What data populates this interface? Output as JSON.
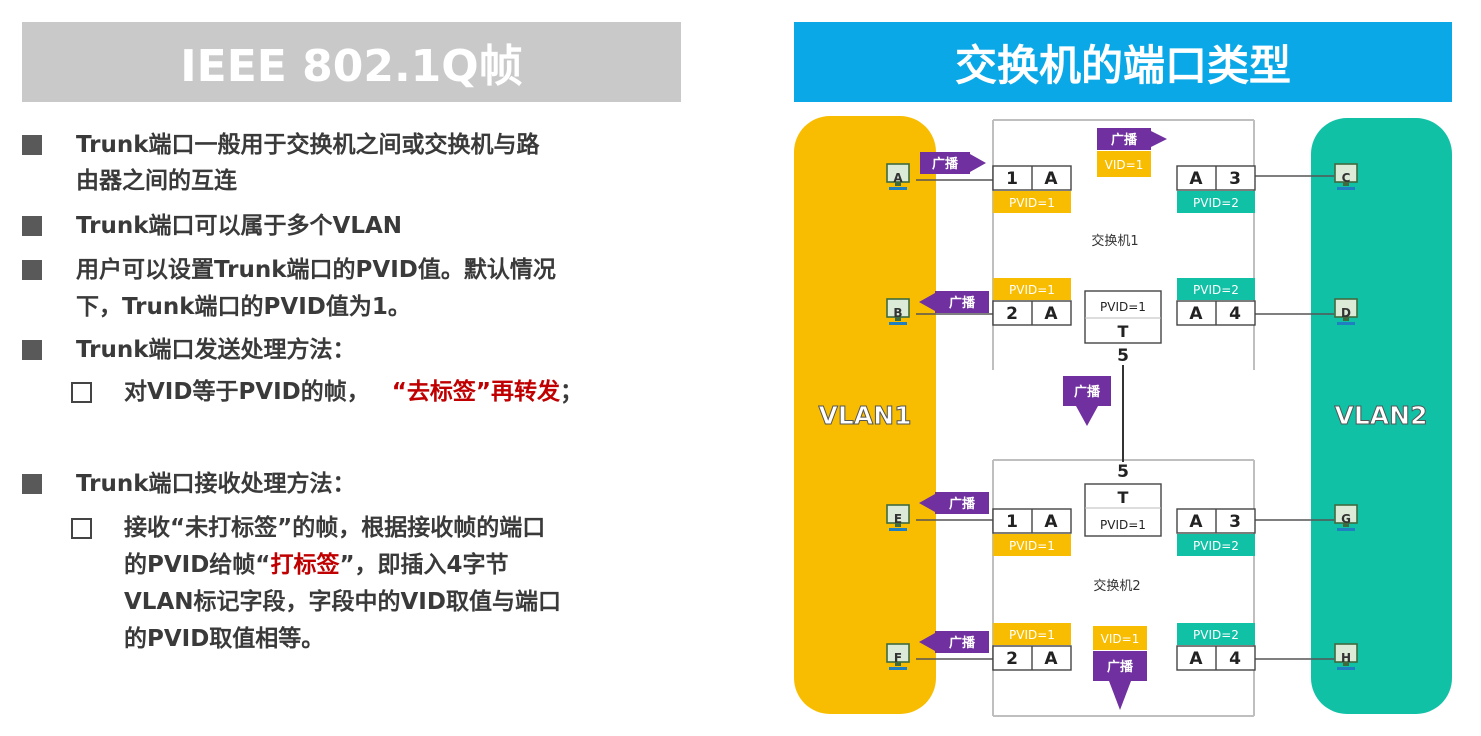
{
  "left_title": "IEEE 802.1Q帧",
  "right_title": "交换机的端口类型",
  "bullets": {
    "b1_l1": "Trunk端口一般用于交换机之间或交换机与路",
    "b1_l2": "由器之间的互连",
    "b2": "Trunk端口可以属于多个VLAN",
    "b3_l1": "用户可以设置Trunk端口的PVID值。默认情况",
    "b3_l2": "下，Trunk端口的PVID值为1。",
    "b4": "Trunk端口发送处理方法：",
    "s1_a": "对VID等于PVID的帧，",
    "s1_b": "“去标签”再转发",
    "s1_c": "；",
    "b5": "Trunk端口接收处理方法：",
    "s2_l1": "接收“未打标签”的帧，根据接收帧的端口",
    "s2_l2a": "的PVID给帧“",
    "s2_l2b": "打标签",
    "s2_l2c": "”，即插入4字节",
    "s2_l3": "VLAN标记字段，字段中的VID取值与端口",
    "s2_l4": "的PVID取值相等。"
  },
  "diagram": {
    "vlan1": "VLAN1",
    "vlan2": "VLAN2",
    "switch1": "交换机1",
    "switch2": "交换机2",
    "broadcast": "广播",
    "vid1": "VID=1",
    "pvid1": "PVID=1",
    "pvid2": "PVID=2",
    "hosts": [
      "A",
      "B",
      "C",
      "D",
      "E",
      "F",
      "G",
      "H"
    ],
    "port_letter": "A",
    "port1": "1",
    "port2": "2",
    "port3": "3",
    "port4": "4",
    "port5": "5",
    "trunk_t": "T"
  },
  "colors": {
    "vlan1": "#f8bd00",
    "vlan2": "#11c1a6",
    "broadcast": "#7030a0",
    "title_gray": "#c9c9c9",
    "title_blue": "#0ba8e8",
    "emphasis_red": "#c00000"
  }
}
